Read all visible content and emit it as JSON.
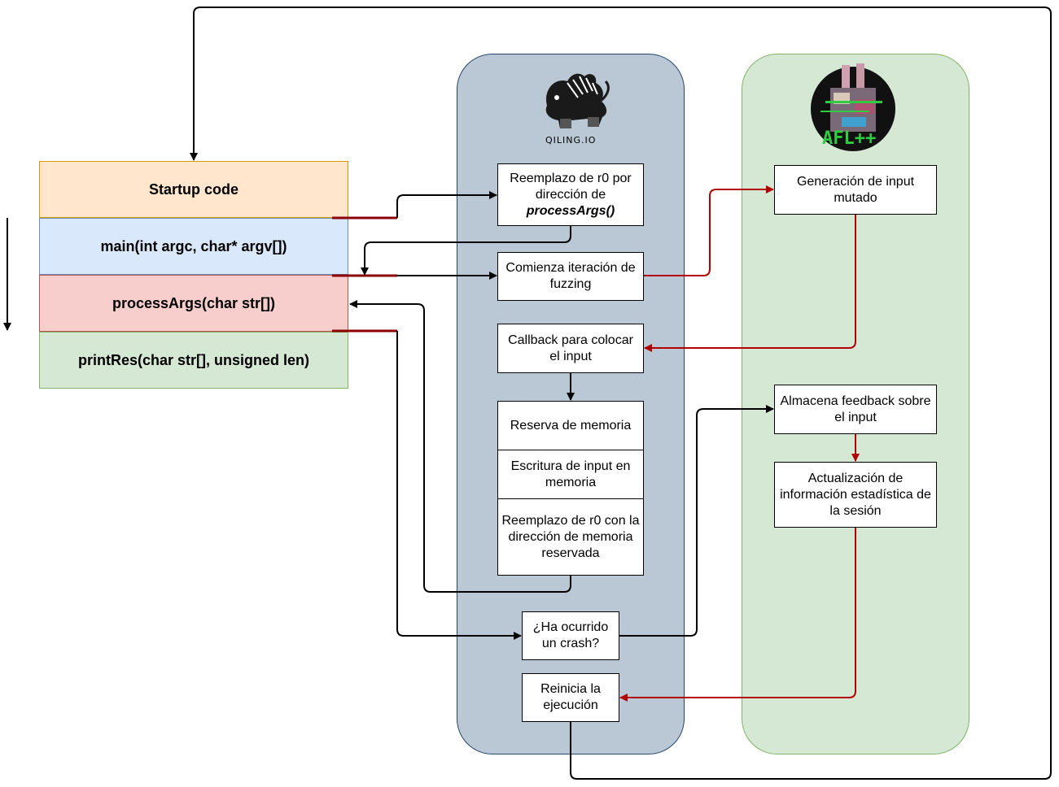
{
  "memory_stack": [
    {
      "label": "Startup code",
      "fill": "#ffe6cc",
      "stroke": "#d79b00"
    },
    {
      "label": "main(int argc, char* argv[])",
      "fill": "#dae8fc",
      "stroke": "#6c8ebf"
    },
    {
      "label": "processArgs(char str[])",
      "fill": "#f8cecc",
      "stroke": "#b85450"
    },
    {
      "label": "printRes(char str[], unsigned len)",
      "fill": "#d5e8d4",
      "stroke": "#82b366"
    }
  ],
  "qiling": {
    "logo_text": "QILING.IO",
    "boxes": {
      "reemplazo_r0_line1": "Reemplazo de r0 por dirección de",
      "reemplazo_r0_func": "processArgs()",
      "comienza": "Comienza iteración de fuzzing",
      "callback": "Callback para colocar el input",
      "reserva": "Reserva de memoria",
      "escritura": "Escritura de input en memoria",
      "reemplazo_mem": "Reemplazo de r0 con la dirección de memoria reservada",
      "crash": "¿Ha ocurrido un crash?",
      "reinicia": "Reinicia la ejecución"
    }
  },
  "afl": {
    "logo_text": "AFL++",
    "boxes": {
      "generacion": "Generación de input mutado",
      "almacena": "Almacena feedback sobre el input",
      "actualizacion": "Actualización de información estadística de la sesión"
    }
  },
  "colors": {
    "black_arrow": "#000000",
    "red_arrow": "#b20000",
    "marker": "#8b0000",
    "qiling_lane": "#b9c8d4",
    "afl_lane": "#d5e8d4"
  }
}
